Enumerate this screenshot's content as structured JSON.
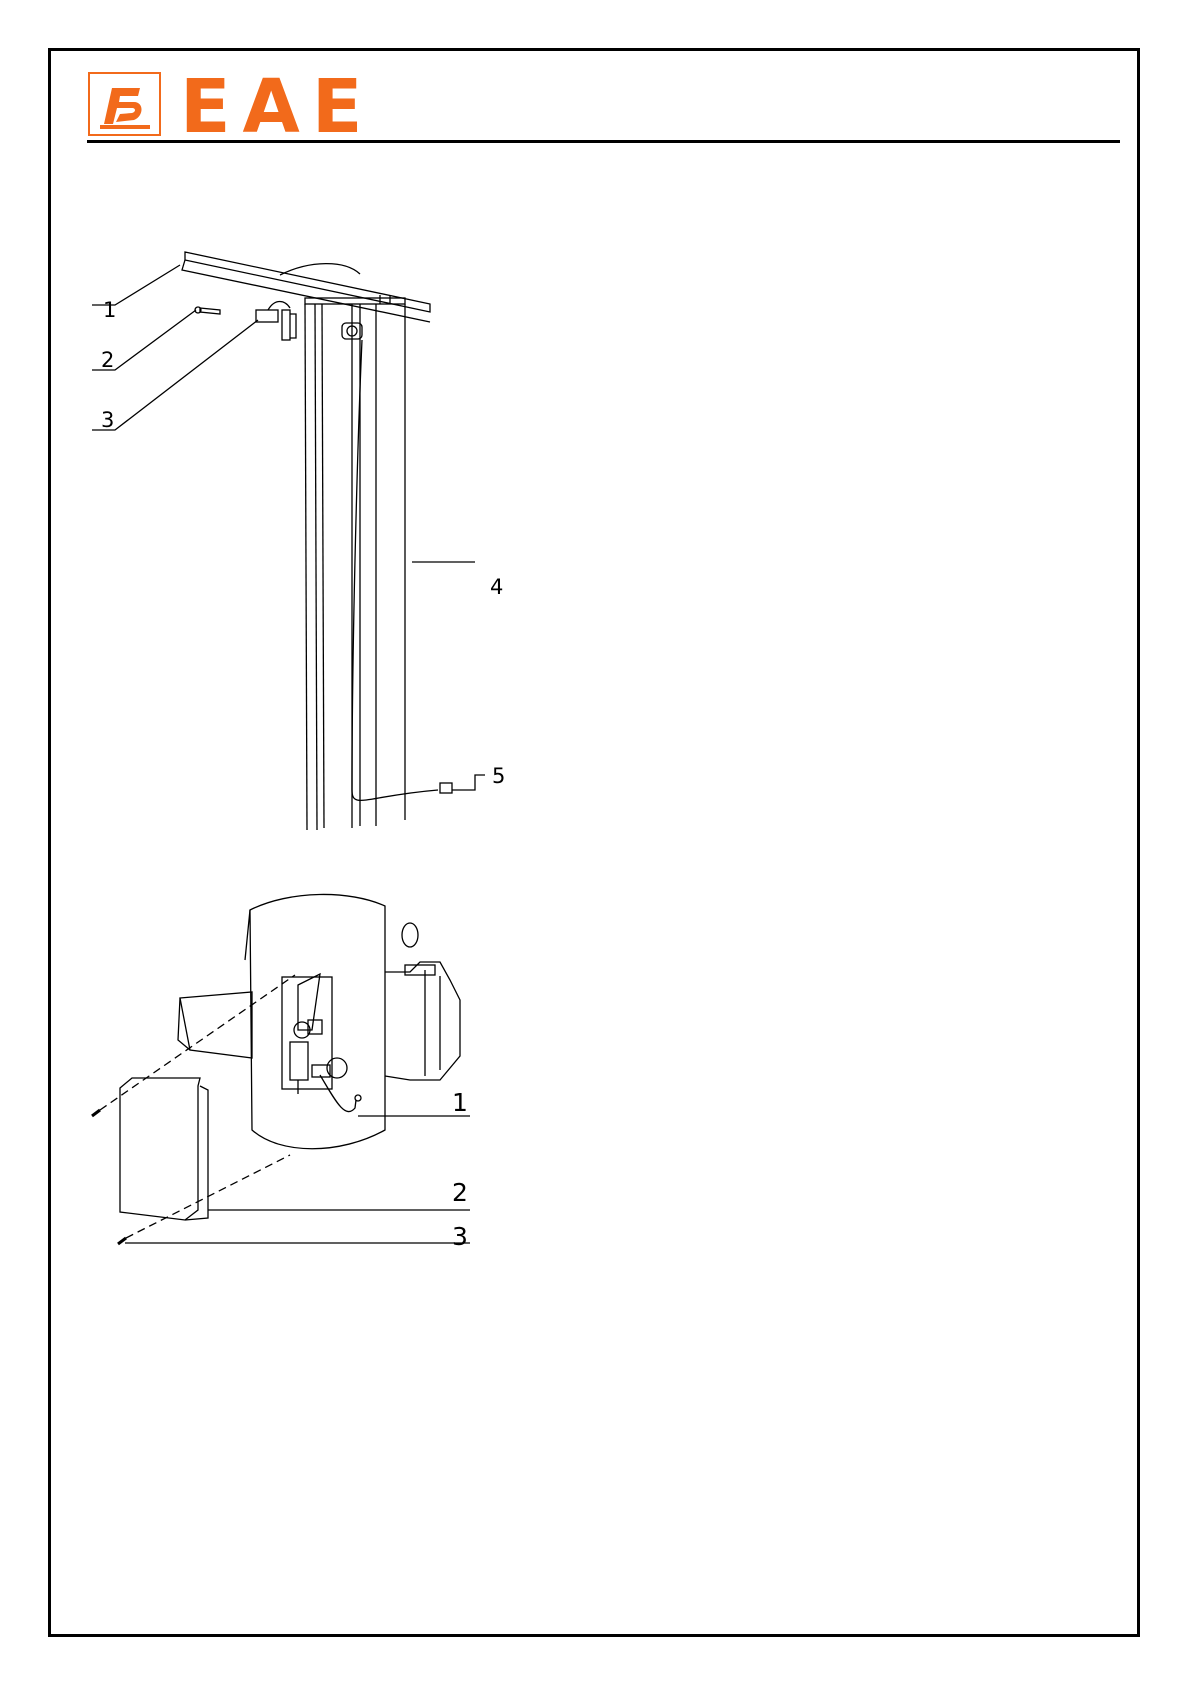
{
  "header": {
    "brand_text": "EAE",
    "brand_color": "#f26a1b",
    "logo_icon": "eae-logo-icon"
  },
  "figure1": {
    "callouts": [
      "1",
      "2",
      "3",
      "4",
      "5"
    ]
  },
  "figure2": {
    "callouts": [
      "1",
      "2",
      "3"
    ]
  }
}
